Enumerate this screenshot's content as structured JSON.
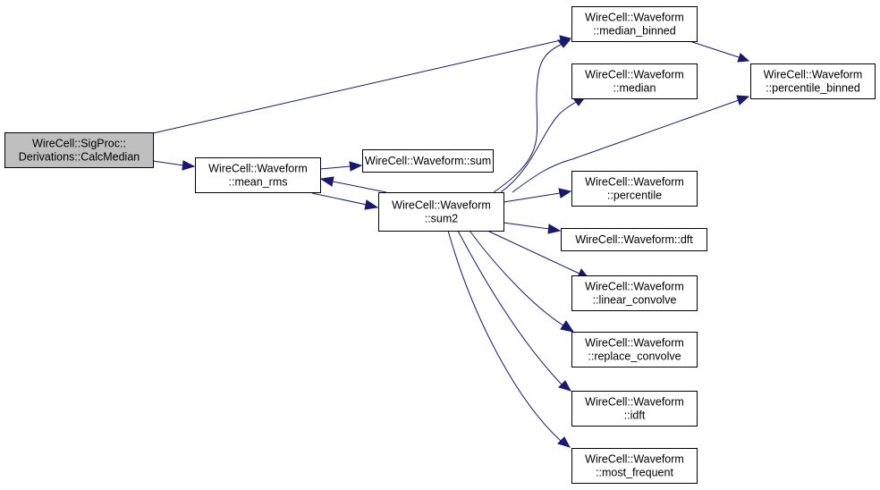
{
  "colors": {
    "root_fill": "#bfbfbf",
    "node_fill": "#ffffff",
    "border": "#000000",
    "edge": "#191970"
  },
  "nodes": {
    "calc_median": {
      "lines": [
        "WireCell::SigProc::",
        "Derivations::CalcMedian"
      ],
      "root": true
    },
    "mean_rms": {
      "lines": [
        "WireCell::Waveform",
        "::mean_rms"
      ]
    },
    "sum": {
      "lines": [
        "WireCell::Waveform::sum"
      ]
    },
    "sum2": {
      "lines": [
        "WireCell::Waveform",
        "::sum2"
      ]
    },
    "median_binned": {
      "lines": [
        "WireCell::Waveform",
        "::median_binned"
      ]
    },
    "median": {
      "lines": [
        "WireCell::Waveform",
        "::median"
      ]
    },
    "percentile_binned": {
      "lines": [
        "WireCell::Waveform",
        "::percentile_binned"
      ]
    },
    "percentile": {
      "lines": [
        "WireCell::Waveform",
        "::percentile"
      ]
    },
    "dft": {
      "lines": [
        "WireCell::Waveform::dft"
      ]
    },
    "linear_convolve": {
      "lines": [
        "WireCell::Waveform",
        "::linear_convolve"
      ]
    },
    "replace_convolve": {
      "lines": [
        "WireCell::Waveform",
        "::replace_convolve"
      ]
    },
    "idft": {
      "lines": [
        "WireCell::Waveform",
        "::idft"
      ]
    },
    "most_frequent": {
      "lines": [
        "WireCell::Waveform",
        "::most_frequent"
      ]
    }
  },
  "edges": [
    {
      "from": "calc_median",
      "to": "median_binned"
    },
    {
      "from": "calc_median",
      "to": "mean_rms"
    },
    {
      "from": "mean_rms",
      "to": "sum"
    },
    {
      "from": "mean_rms",
      "to": "sum2"
    },
    {
      "from": "sum2",
      "to": "mean_rms"
    },
    {
      "from": "median_binned",
      "to": "percentile_binned"
    },
    {
      "from": "sum2",
      "to": "median_binned"
    },
    {
      "from": "sum2",
      "to": "median"
    },
    {
      "from": "sum2",
      "to": "percentile_binned"
    },
    {
      "from": "sum2",
      "to": "percentile"
    },
    {
      "from": "sum2",
      "to": "dft"
    },
    {
      "from": "sum2",
      "to": "linear_convolve"
    },
    {
      "from": "sum2",
      "to": "replace_convolve"
    },
    {
      "from": "sum2",
      "to": "idft"
    },
    {
      "from": "sum2",
      "to": "most_frequent"
    }
  ]
}
